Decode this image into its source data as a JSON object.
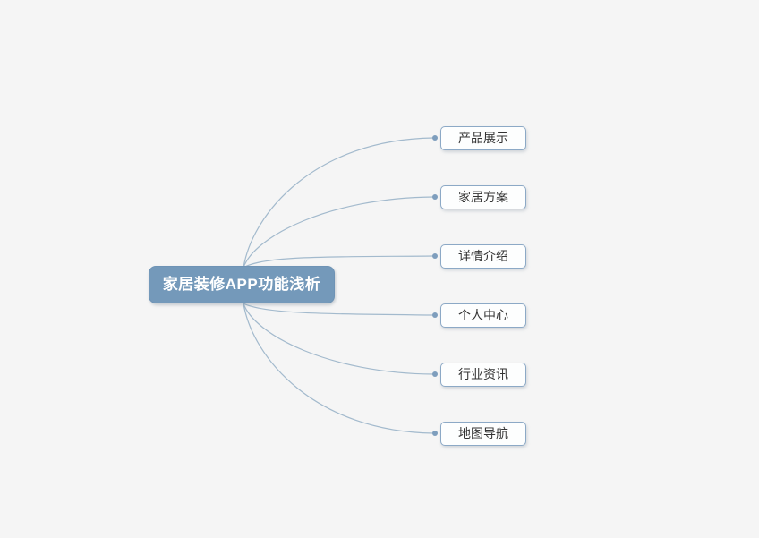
{
  "diagram": {
    "type": "mindmap",
    "root": {
      "label": "家居装修APP功能浅析"
    },
    "children": [
      {
        "label": "产品展示"
      },
      {
        "label": "家居方案"
      },
      {
        "label": "详情介绍"
      },
      {
        "label": "个人中心"
      },
      {
        "label": "行业资讯"
      },
      {
        "label": "地图导航"
      }
    ]
  },
  "colors": {
    "bg": "#f5f5f5",
    "root-fill": "#7499ba",
    "root-border": "#6e93b5",
    "root-text": "#ffffff",
    "child-fill": "#fdfefe",
    "child-border": "#8ca9c6",
    "child-text": "#333333",
    "line": "#a3bacd",
    "dot": "#7e9ebd"
  }
}
